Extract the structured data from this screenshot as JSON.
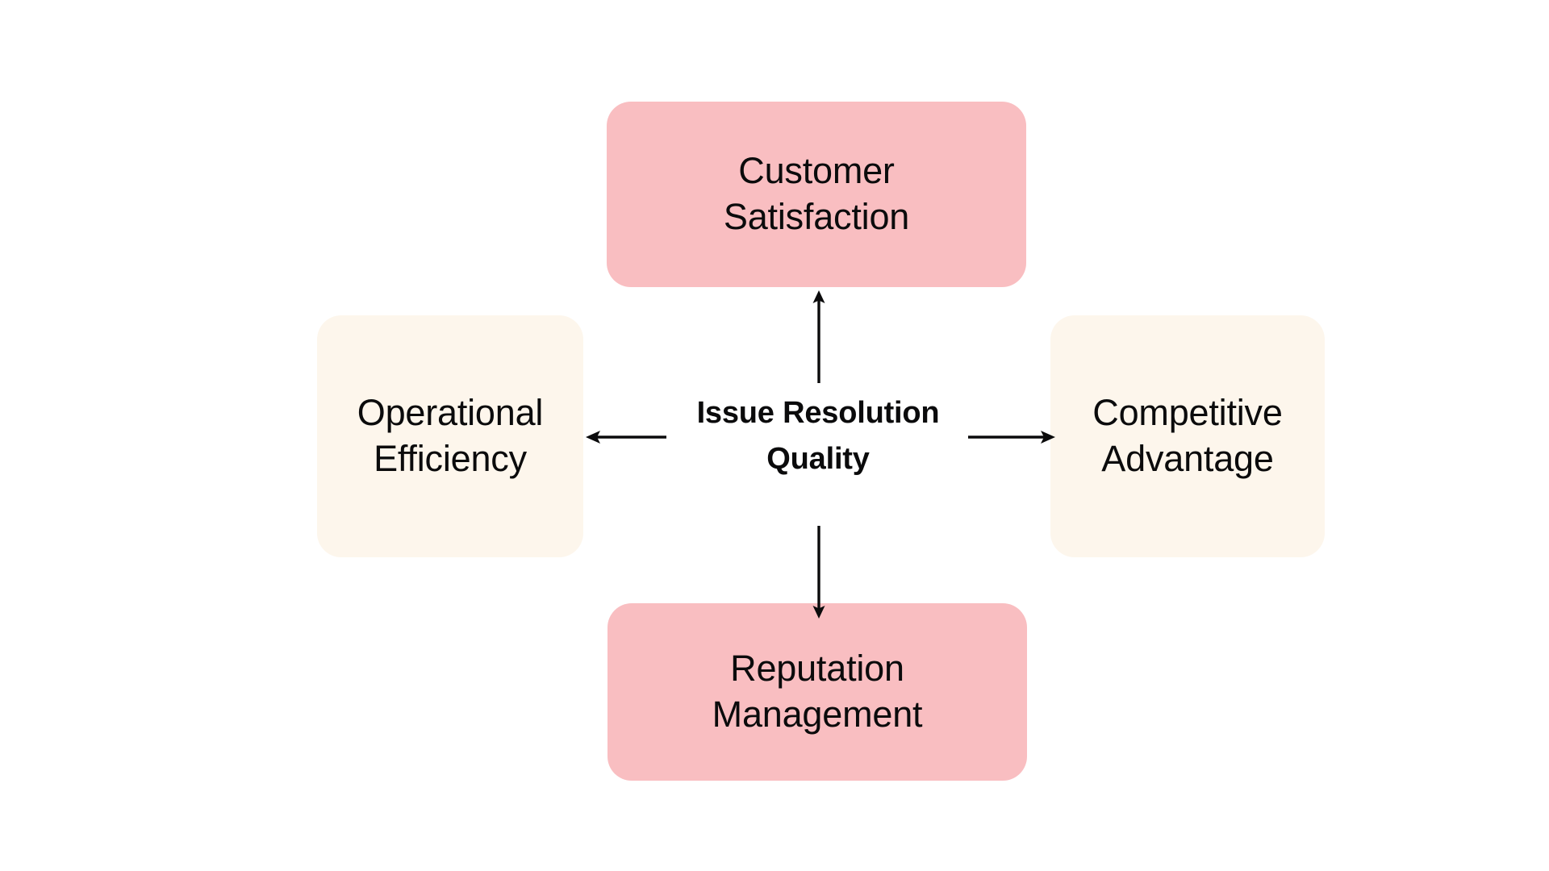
{
  "diagram": {
    "title": "Issue Resolution Quality",
    "type": "radial-relationship-map",
    "background_color": "#FFFFFF",
    "palette": {
      "pink": "#F9BEC1",
      "cream": "#FDF6EC",
      "text": "#0B0B0C",
      "arrow": "#0B0B0C"
    },
    "center": {
      "label": "Issue Resolution Quality",
      "line1": "Issue Resolution",
      "line2": "Quality",
      "bold": true
    },
    "nodes": [
      {
        "id": "customer-satisfaction",
        "position": "top",
        "label": "Customer Satisfaction",
        "line1": "Customer",
        "line2": "Satisfaction",
        "color": "#F9BEC1"
      },
      {
        "id": "competitive-advantage",
        "position": "right",
        "label": "Competitive Advantage",
        "line1": "Competitive",
        "line2": "Advantage",
        "color": "#FDF6EC"
      },
      {
        "id": "reputation-management",
        "position": "bottom",
        "label": "Reputation Management",
        "line1": "Reputation",
        "line2": "Management",
        "color": "#F9BEC1"
      },
      {
        "id": "operational-efficiency",
        "position": "left",
        "label": "Operational Efficiency",
        "line1": "Operational",
        "line2": "Efficiency",
        "color": "#FDF6EC"
      }
    ],
    "connectors": [
      {
        "id": "arrow-up",
        "from": "Issue Resolution Quality",
        "to": "Customer Satisfaction",
        "direction": "up"
      },
      {
        "id": "arrow-right",
        "from": "Issue Resolution Quality",
        "to": "Competitive Advantage",
        "direction": "right"
      },
      {
        "id": "arrow-down",
        "from": "Issue Resolution Quality",
        "to": "Reputation Management",
        "direction": "down"
      },
      {
        "id": "arrow-left",
        "from": "Issue Resolution Quality",
        "to": "Operational Efficiency",
        "direction": "left"
      }
    ]
  }
}
